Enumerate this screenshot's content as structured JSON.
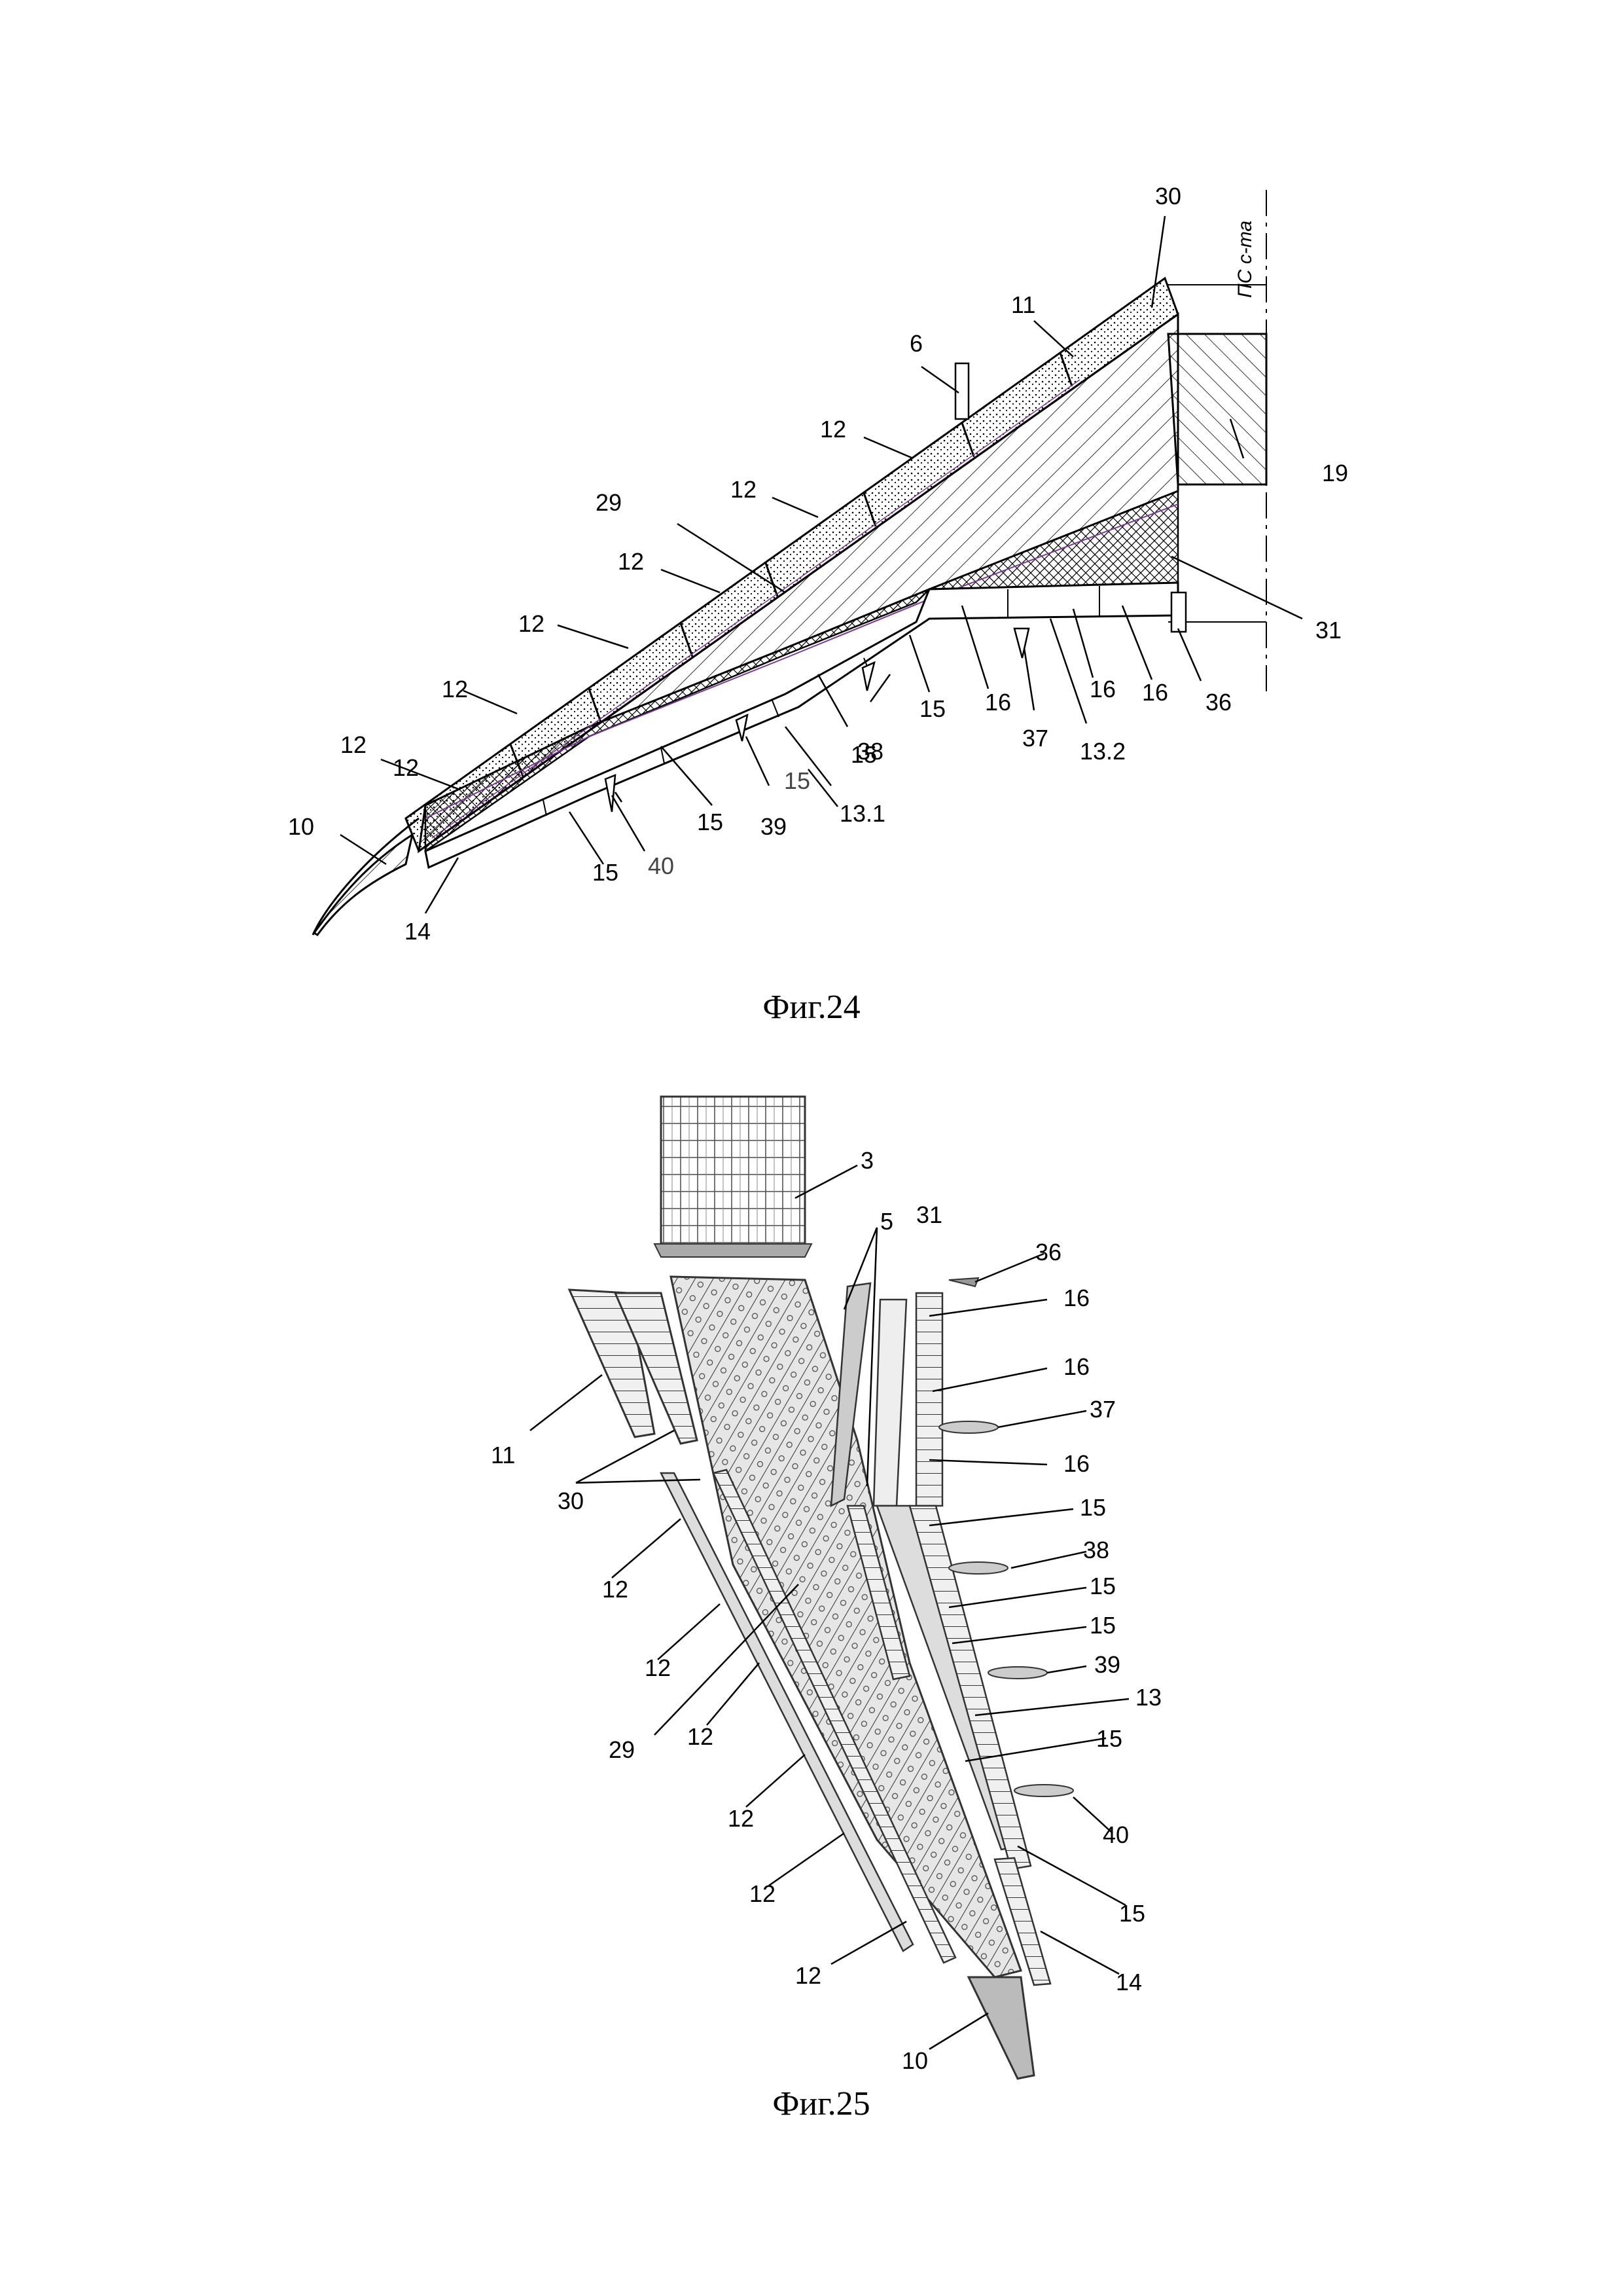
{
  "fig24": {
    "caption": "Фиг.24",
    "axis_note": "ПС с-та",
    "labels": [
      "30",
      "11",
      "6",
      "12",
      "12",
      "19",
      "29",
      "12",
      "12",
      "31",
      "12",
      "12",
      "38",
      "15",
      "16",
      "16",
      "16",
      "36",
      "37",
      "13.2",
      "15",
      "15",
      "39",
      "15",
      "13.1",
      "10",
      "12",
      "15",
      "40",
      "14"
    ]
  },
  "fig25": {
    "caption": "Фиг.25",
    "labels": [
      "3",
      "5",
      "31",
      "36",
      "16",
      "16",
      "37",
      "16",
      "11",
      "30",
      "15",
      "38",
      "12",
      "15",
      "15",
      "39",
      "12",
      "13",
      "29",
      "12",
      "15",
      "12",
      "40",
      "12",
      "15",
      "12",
      "14",
      "10"
    ]
  }
}
